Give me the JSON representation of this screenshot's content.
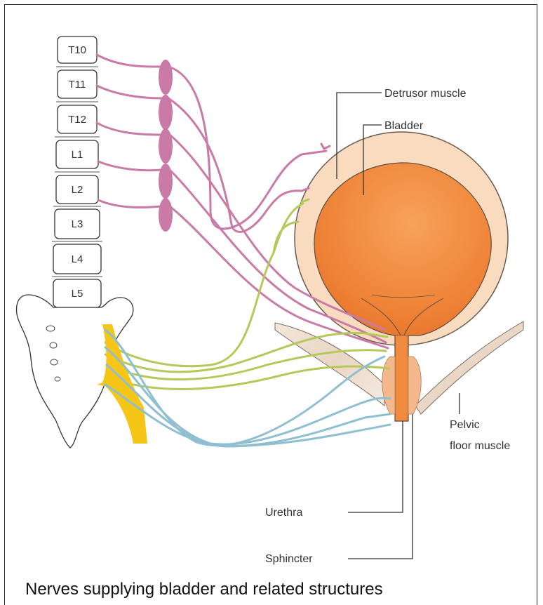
{
  "vertebrae": [
    "T10",
    "T11",
    "T12",
    "L1",
    "L2",
    "L3",
    "L4",
    "L5"
  ],
  "labels": {
    "detrusor": "Detrusor muscle",
    "bladder": "Bladder",
    "pelvic_floor_line1": "Pelvic",
    "pelvic_floor_line2": "floor muscle",
    "urethra": "Urethra",
    "sphincter": "Sphincter"
  },
  "caption": "Nerves supplying bladder and related structures",
  "colors": {
    "sympathetic": "#c97aa6",
    "parasympathetic": "#b5c95a",
    "somatic": "#8fbfd1",
    "sacral_plexus": "#f5c518",
    "bladder_wall": "#f9dcc0",
    "bladder_lumen": "#f08a3c"
  }
}
